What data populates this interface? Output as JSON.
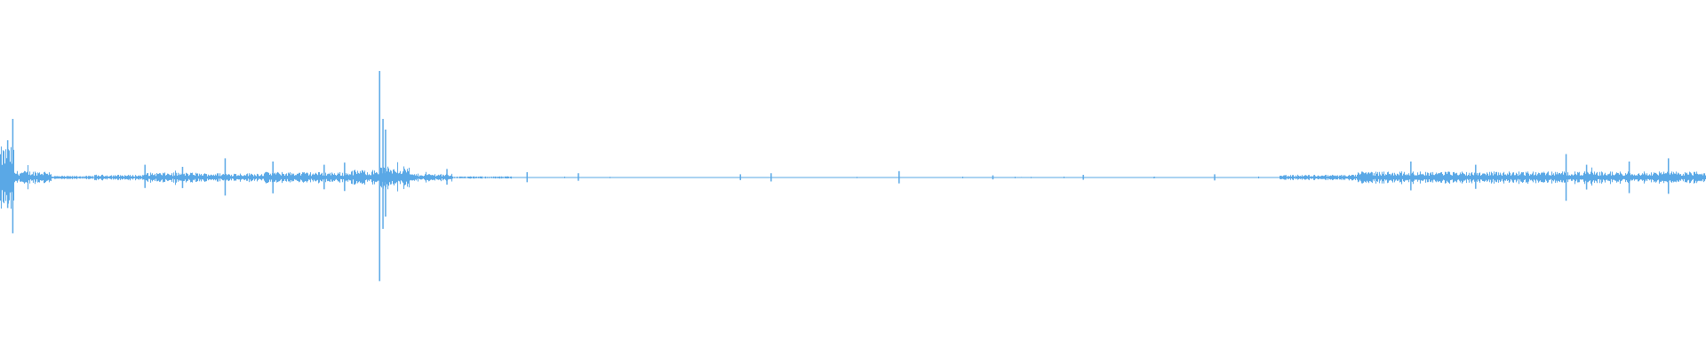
{
  "waveform": {
    "color": "#5aa8e6",
    "background": "#ffffff",
    "description_icon": "audio-waveform",
    "segments": [
      {
        "start": 0.0,
        "end": 0.008,
        "amp": 0.28
      },
      {
        "start": 0.008,
        "end": 0.03,
        "amp": 0.06
      },
      {
        "start": 0.03,
        "end": 0.055,
        "amp": 0.015
      },
      {
        "start": 0.055,
        "end": 0.085,
        "amp": 0.025
      },
      {
        "start": 0.085,
        "end": 0.115,
        "amp": 0.045
      },
      {
        "start": 0.115,
        "end": 0.155,
        "amp": 0.04
      },
      {
        "start": 0.155,
        "end": 0.205,
        "amp": 0.05
      },
      {
        "start": 0.205,
        "end": 0.222,
        "amp": 0.07
      },
      {
        "start": 0.222,
        "end": 0.24,
        "amp": 0.1
      },
      {
        "start": 0.24,
        "end": 0.265,
        "amp": 0.035
      },
      {
        "start": 0.265,
        "end": 0.3,
        "amp": 0.01
      },
      {
        "start": 0.3,
        "end": 0.75,
        "amp": 0.004
      },
      {
        "start": 0.75,
        "end": 0.795,
        "amp": 0.025
      },
      {
        "start": 0.795,
        "end": 1.0,
        "amp": 0.055
      }
    ],
    "spikes": [
      {
        "pos": 0.0075,
        "amp": 0.55
      },
      {
        "pos": 0.0045,
        "amp": 0.35
      },
      {
        "pos": 0.085,
        "amp": 0.12
      },
      {
        "pos": 0.107,
        "amp": 0.1
      },
      {
        "pos": 0.132,
        "amp": 0.18
      },
      {
        "pos": 0.16,
        "amp": 0.15
      },
      {
        "pos": 0.19,
        "amp": 0.12
      },
      {
        "pos": 0.202,
        "amp": 0.14
      },
      {
        "pos": 0.2225,
        "amp": 1.0
      },
      {
        "pos": 0.2245,
        "amp": 0.55
      },
      {
        "pos": 0.226,
        "amp": 0.45
      },
      {
        "pos": 0.262,
        "amp": 0.08
      },
      {
        "pos": 0.309,
        "amp": 0.05
      },
      {
        "pos": 0.339,
        "amp": 0.04
      },
      {
        "pos": 0.434,
        "amp": 0.03
      },
      {
        "pos": 0.452,
        "amp": 0.04
      },
      {
        "pos": 0.527,
        "amp": 0.06
      },
      {
        "pos": 0.582,
        "amp": 0.02
      },
      {
        "pos": 0.635,
        "amp": 0.025
      },
      {
        "pos": 0.712,
        "amp": 0.03
      },
      {
        "pos": 0.827,
        "amp": 0.15
      },
      {
        "pos": 0.865,
        "amp": 0.12
      },
      {
        "pos": 0.918,
        "amp": 0.22
      },
      {
        "pos": 0.93,
        "amp": 0.12
      },
      {
        "pos": 0.955,
        "amp": 0.15
      },
      {
        "pos": 0.978,
        "amp": 0.18
      }
    ]
  }
}
